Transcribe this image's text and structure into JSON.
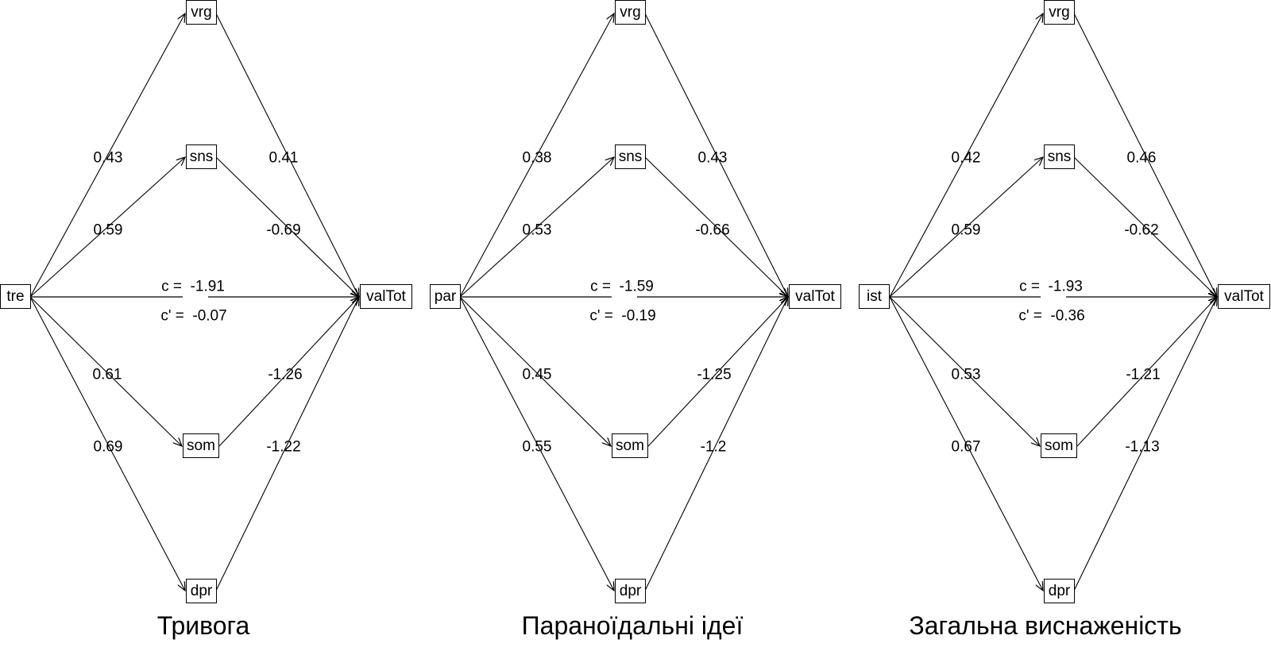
{
  "chart_data": {
    "type": "diagram",
    "description": "Parallel mediation path diagrams (three panels)",
    "mediators": [
      "vrg",
      "sns",
      "som",
      "dpr"
    ],
    "outcome": "valTot",
    "panels": [
      {
        "title": "Тривога",
        "predictor": "tre",
        "a_paths": {
          "vrg": "0.43",
          "sns": "0.59",
          "som": "0.61",
          "dpr": "0.69"
        },
        "b_paths": {
          "vrg": "0.41",
          "sns": "-0.69",
          "som": "-1.26",
          "dpr": "-1.22"
        },
        "c": "-1.91",
        "c_prime": "-0.07"
      },
      {
        "title": "Параноїдальні ідеї",
        "predictor": "par",
        "a_paths": {
          "vrg": "0.38",
          "sns": "0.53",
          "som": "0.45",
          "dpr": "0.55"
        },
        "b_paths": {
          "vrg": "0.43",
          "sns": "-0.66",
          "som": "-1.25",
          "dpr": "-1.2"
        },
        "c": "-1.59",
        "c_prime": "-0.19"
      },
      {
        "title": "Загальна виснаженість",
        "predictor": "ist",
        "a_paths": {
          "vrg": "0.42",
          "sns": "0.59",
          "som": "0.53",
          "dpr": "0.67"
        },
        "b_paths": {
          "vrg": "0.46",
          "sns": "-0.62",
          "som": "-1.21",
          "dpr": "-1.13"
        },
        "c": "-1.93",
        "c_prime": "-0.36"
      }
    ]
  },
  "labels": {
    "c_prefix": "c =  ",
    "c_prime_prefix": "c' =  "
  },
  "panels": [
    {
      "title": "Тривога",
      "predictor": "tre",
      "outcome": "valTot",
      "nodes": {
        "vrg": "vrg",
        "sns": "sns",
        "som": "som",
        "dpr": "dpr"
      },
      "a": {
        "vrg": "0.43",
        "sns": "0.59",
        "som": "0.61",
        "dpr": "0.69"
      },
      "b": {
        "vrg": "0.41",
        "sns": "-0.69",
        "som": "-1.26",
        "dpr": "-1.22"
      },
      "c_text": "c =  -1.91",
      "cp_text": "c' =  -0.07"
    },
    {
      "title": "Параноїдальні ідеї",
      "predictor": "par",
      "outcome": "valTot",
      "nodes": {
        "vrg": "vrg",
        "sns": "sns",
        "som": "som",
        "dpr": "dpr"
      },
      "a": {
        "vrg": "0.38",
        "sns": "0.53",
        "som": "0.45",
        "dpr": "0.55"
      },
      "b": {
        "vrg": "0.43",
        "sns": "-0.66",
        "som": "-1.25",
        "dpr": "-1.2"
      },
      "c_text": "c =  -1.59",
      "cp_text": "c' =  -0.19"
    },
    {
      "title": "Загальна виснаженість",
      "predictor": "ist",
      "outcome": "valTot",
      "nodes": {
        "vrg": "vrg",
        "sns": "sns",
        "som": "som",
        "dpr": "dpr"
      },
      "a": {
        "vrg": "0.42",
        "sns": "0.59",
        "som": "0.53",
        "dpr": "0.67"
      },
      "b": {
        "vrg": "0.46",
        "sns": "-0.62",
        "som": "-1.21",
        "dpr": "-1.13"
      },
      "c_text": "c =  -1.93",
      "cp_text": "c' =  -0.36"
    }
  ]
}
